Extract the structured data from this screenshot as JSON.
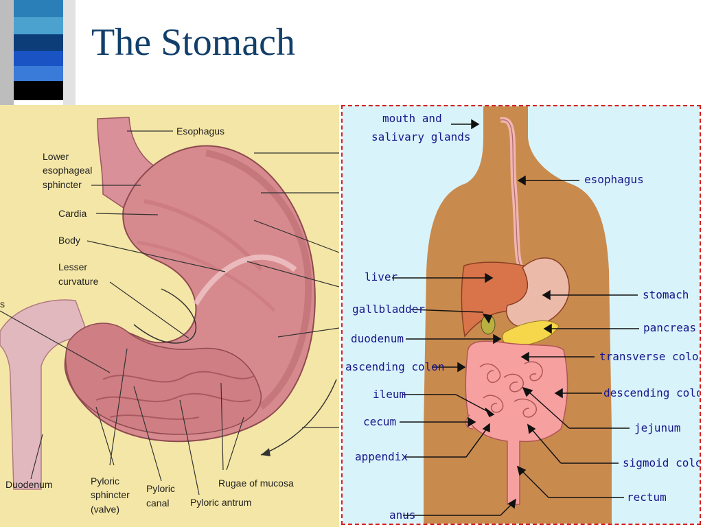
{
  "slide": {
    "title": "The Stomach"
  },
  "stomach_diagram": {
    "labels": {
      "esophagus": "Esophagus",
      "lower_sphincter": [
        "Lower",
        "esophageal",
        "sphincter"
      ],
      "cardia": "Cardia",
      "body": "Body",
      "lesser_curvature": [
        "Lesser",
        "curvature"
      ],
      "partial_left": "s",
      "duodenum": "Duodenum",
      "pyloric_sphincter": [
        "Pyloric",
        "sphincter",
        "(valve)"
      ],
      "pyloric_canal": [
        "Pyloric",
        "canal"
      ],
      "pyloric_antrum": "Pyloric antrum",
      "rugae": "Rugae of mucosa"
    }
  },
  "digestive_diagram": {
    "labels": {
      "mouth": [
        "mouth and",
        "salivary glands"
      ],
      "esophagus": "esophagus",
      "liver": "liver",
      "stomach": "stomach",
      "gallbladder": "gallbladder",
      "pancreas": "pancreas",
      "duodenum": "duodenum",
      "transverse_colon": "transverse colon",
      "ascending_colon": "ascending colon",
      "descending_colon": "descending colon",
      "ileum": "ileum",
      "jejunum": "jejunum",
      "cecum": "cecum",
      "sigmoid_colon": "sigmoid colon",
      "appendix": "appendix",
      "rectum": "rectum",
      "anus": "anus"
    }
  },
  "colors": {
    "title": "#123f6a",
    "stomach_bg": "#f4e6a6",
    "body_silhouette": "#c98a4e",
    "intestine": "#f6a0a0",
    "liver": "#d9744a",
    "label_blue": "#17178a",
    "border": "#d62020"
  }
}
